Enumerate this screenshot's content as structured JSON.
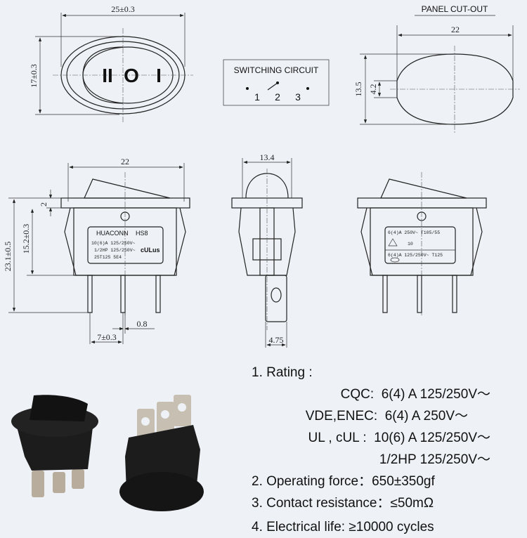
{
  "front_view": {
    "width_dim": "25±0.3",
    "height_dim": "17±0.3",
    "symbols": [
      "II",
      "O",
      "I"
    ]
  },
  "switching_circuit": {
    "title": "SWITCHING CIRCUIT",
    "terminals": [
      "1",
      "2",
      "3"
    ]
  },
  "panel_cutout": {
    "title": "PANEL CUT-OUT",
    "width_dim": "22",
    "height_dim": "13.5",
    "flat_dim": "4.2"
  },
  "side_view_left": {
    "width_dim": "22",
    "rocker_dim": "2",
    "body_dim": "15.2±0.3",
    "total_dim": "23.1±0.5",
    "pitch_dim": "7±0.3",
    "terminal_thickness_dim": "0.8",
    "label": {
      "brand": "HUACONN",
      "model": "HS8",
      "line1": "10(6)A 125/250V~",
      "line2": "1/2HP 125/250V~",
      "line3": "25T125 5E4",
      "mark": "cULus"
    }
  },
  "side_view_middle": {
    "width_dim": "13.4",
    "terminal_dim": "4.75"
  },
  "side_view_right": {
    "label": {
      "line1": "6(4)A 250V~ T105/55",
      "line2": "6(4)A 125/250V~ T125",
      "mark_enec": "10",
      "mark_ccc": "CQC"
    }
  },
  "specs": {
    "rating_title": "1. Rating :",
    "ratings": [
      {
        "label": "CQC:",
        "value": "6(4) A  125/250V～"
      },
      {
        "label": "VDE,ENEC:",
        "value": "6(4) A  250V～"
      },
      {
        "label": "UL , cUL :",
        "value": "10(6) A  125/250V～"
      },
      {
        "label": "",
        "value": "1/2HP  125/250V～"
      }
    ],
    "operating_force": "2. Operating force：650±350gf",
    "contact_resistance": "3. Contact resistance：≤50mΩ",
    "electrical_life": "4. Electrical life: ≥10000 cycles"
  }
}
